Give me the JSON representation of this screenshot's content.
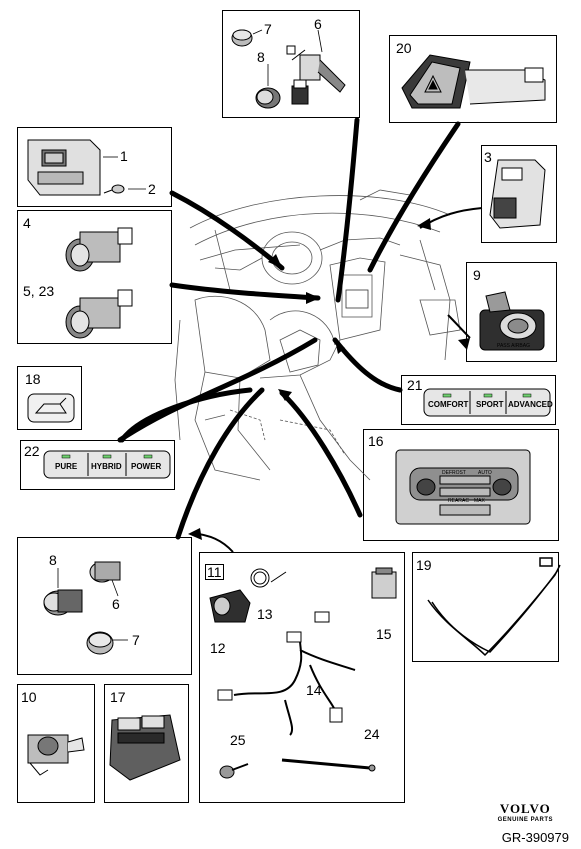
{
  "callouts": {
    "n1": "1",
    "n2": "2",
    "n3": "3",
    "n4": "4",
    "n5_23": "5, 23",
    "n6_top": "6",
    "n7_top": "7",
    "n8_top": "8",
    "n9": "9",
    "n10": "10",
    "n11": "11",
    "n12": "12",
    "n13": "13",
    "n14": "14",
    "n15": "15",
    "n16": "16",
    "n17": "17",
    "n18": "18",
    "n19": "19",
    "n20": "20",
    "n21": "21",
    "n22": "22",
    "n24": "24",
    "n25": "25",
    "n6_bot": "6",
    "n7_bot": "7",
    "n8_bot": "8"
  },
  "panel21_buttons": [
    "COMFORT",
    "SPORT",
    "ADVANCED"
  ],
  "panel22_buttons": [
    "PURE",
    "HYBRID",
    "POWER"
  ],
  "panel9_label": "PASS AIRBAG",
  "panel16_labels": [
    "DEFROST",
    "AUTO",
    "REAR",
    "AC",
    "MAX"
  ],
  "brand": {
    "logo": "VOLVO",
    "sub": "GENUINE PARTS"
  },
  "reference": "GR-390979",
  "colors": {
    "line": "#000000",
    "fill_light": "#d9d9d9",
    "fill_mid": "#9a9a9a",
    "fill_dark": "#3a3a3a",
    "indicator": "#6fd06f"
  }
}
